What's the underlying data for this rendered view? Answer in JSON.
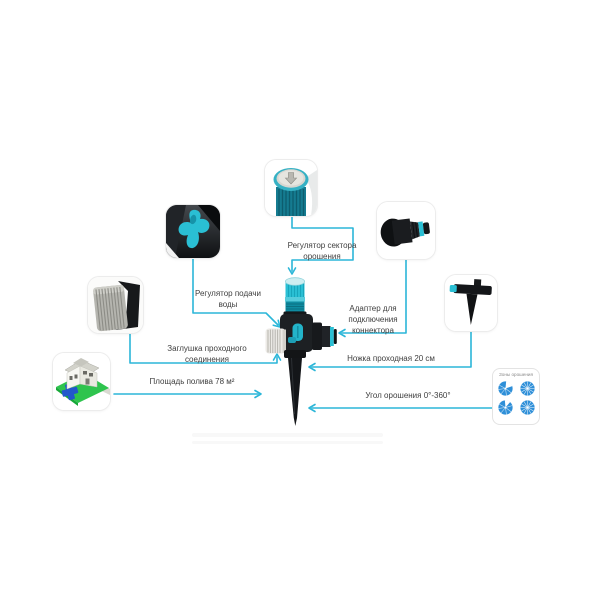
{
  "diagram_title": "",
  "callouts": {
    "sector_regulator": "Регулятор сектора орошения",
    "water_flow_regulator": "Регулятор подачи воды",
    "connector_adapter": "Адаптер для подключения коннектора",
    "pass_through_plug": "Заглушка проходного соединения",
    "spike_leg": "Ножка проходная 20 см",
    "watering_area": "Площадь полива 78 м²",
    "watering_angle": "Угол орошения 0°-360°"
  },
  "zones_panel": {
    "title": "Зоны орошения",
    "icons": [
      "sector-270-icon",
      "sector-360-icon",
      "sector-315-icon",
      "sector-360-icon"
    ]
  },
  "thumbnails": [
    {
      "name": "sprinkler-top-view-photo"
    },
    {
      "name": "water-flow-lever-photo"
    },
    {
      "name": "hose-connector-adapter-photo"
    },
    {
      "name": "pass-through-plug-photo"
    },
    {
      "name": "ground-spike-photo"
    },
    {
      "name": "house-watering-area-illustration"
    }
  ],
  "colors": {
    "connector_line": "#2bb6d8",
    "label_text": "#3e3e3e",
    "product_teal": "#2abfd4",
    "product_teal_dark": "#0f8ca1",
    "product_black": "#1d2023",
    "zone_icon_blue": "#2e8fd8",
    "lawn_green": "#2ec44e",
    "cross_blue": "#2258cc",
    "background": "#ffffff"
  }
}
